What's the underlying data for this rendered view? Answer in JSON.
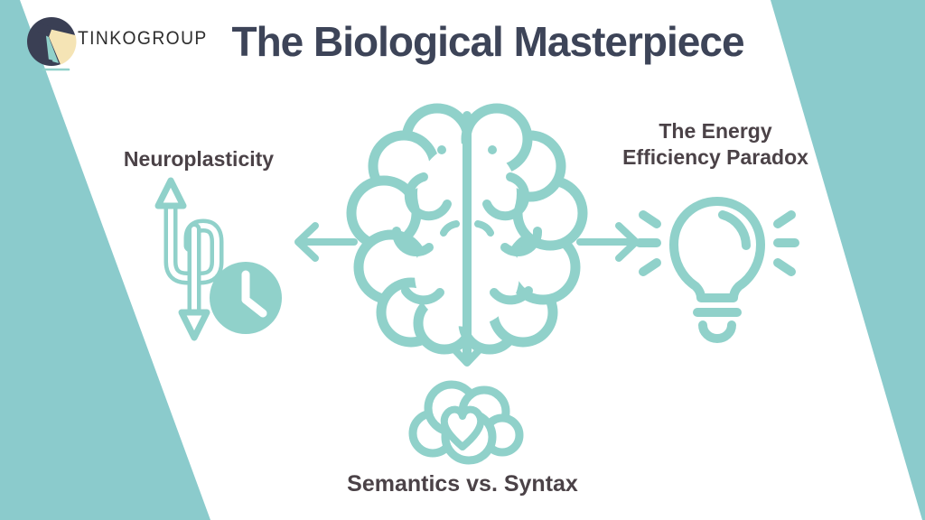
{
  "colors": {
    "background": "#ffffff",
    "shape_teal": "#8BCBCC",
    "icon_teal": "#90D1CA",
    "title_navy": "#3D4458",
    "label_dark": "#4B4247",
    "logo_navy": "#3A3F54",
    "logo_cream": "#F5E4B5",
    "brand_text": "#2E2E2E"
  },
  "header": {
    "brand": "TINKOGROUP",
    "title": "The Biological Masterpiece"
  },
  "labels": {
    "left": "Neuroplasticity",
    "right_line1": "The Energy",
    "right_line2": "Efficiency Paradox",
    "bottom": "Semantics vs. Syntax"
  },
  "icons": {
    "logo": "desk-lamp-logo",
    "center": "brain-icon",
    "left": "adaptability-arrows-clock-icon",
    "right": "lightbulb-icon",
    "bottom": "cloud-heart-icon"
  }
}
